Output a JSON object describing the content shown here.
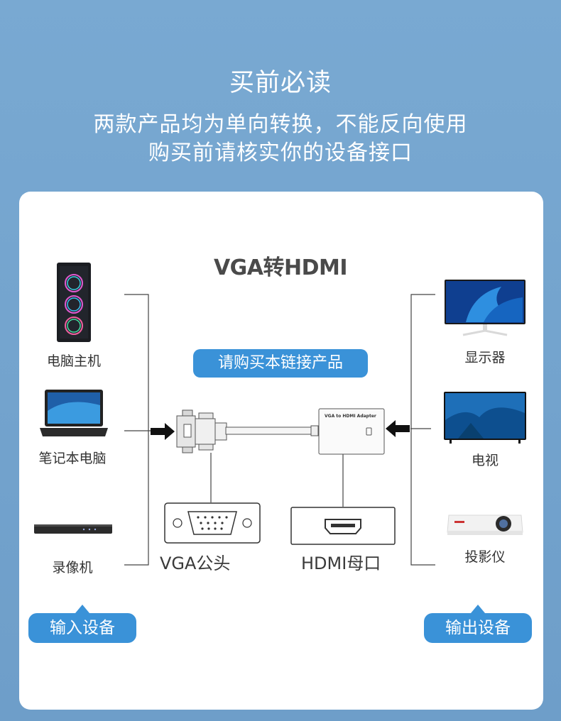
{
  "header": {
    "title": "买前必读",
    "line1": "两款产品均为单向转换，不能反向使用",
    "line2": "购买前请核实你的设备接口"
  },
  "diagram": {
    "title": "VGA转HDMI",
    "buy_link_pill": "请购买本链接产品",
    "adapter_text": "VGA to HDMI Adapter",
    "input_devices": [
      "电脑主机",
      "笔记本电脑",
      "录像机"
    ],
    "output_devices": [
      "显示器",
      "电视",
      "投影仪"
    ],
    "vga_label": "VGA公头",
    "hdmi_label": "HDMI母口",
    "input_group_label": "输入设备",
    "output_group_label": "输出设备"
  }
}
